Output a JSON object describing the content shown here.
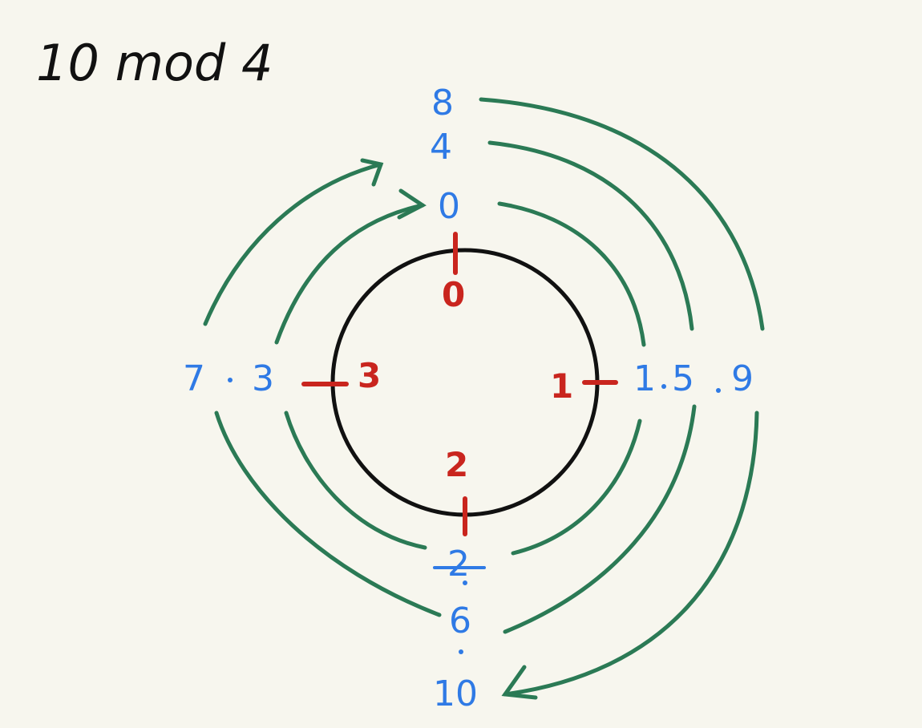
{
  "title": "10 mod 4",
  "clock": {
    "positions": [
      "0",
      "1",
      "2",
      "3"
    ]
  },
  "outer_numbers": {
    "top": [
      "8",
      "4",
      "0"
    ],
    "right": [
      "1",
      "5",
      "9"
    ],
    "bottom": [
      "2",
      "6",
      "10"
    ],
    "left": [
      "7",
      "3"
    ]
  },
  "colors": {
    "background": "#f7f6ee",
    "circle": "#111111",
    "clock_labels": "#c9251e",
    "counted_numbers": "#2f7ae5",
    "arrows": "#2b7a55"
  }
}
